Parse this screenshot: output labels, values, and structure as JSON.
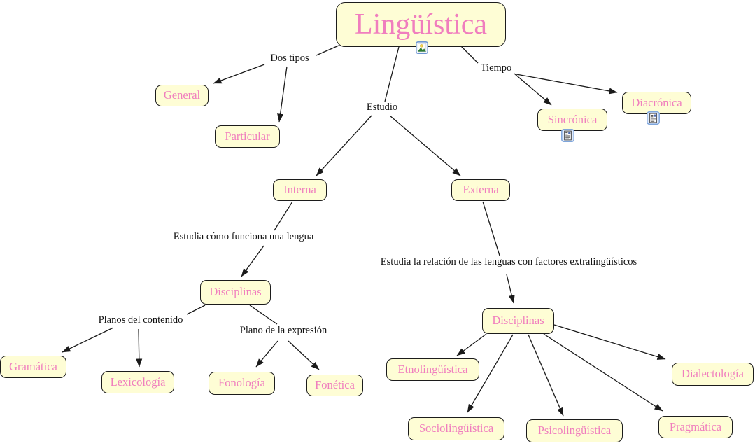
{
  "map_title": "Lingüística",
  "colors": {
    "background": "#FFFFFF",
    "node_fill": "#FEFDD5",
    "node_border": "#1C1C1C",
    "node_text_pink": "#F07EBE",
    "linking_phrase_text": "#111111",
    "edge_line": "#1A1A1A",
    "resource_icon_frame": "#6C95D2"
  },
  "nodes": {
    "linguistica": {
      "label": "Lingüística"
    },
    "general": {
      "label": "General"
    },
    "particular": {
      "label": "Particular"
    },
    "sincronica": {
      "label": "Sincrónica"
    },
    "diacronica": {
      "label": "Diacrónica"
    },
    "interna": {
      "label": "Interna"
    },
    "externa": {
      "label": "Externa"
    },
    "disciplinas_interna": {
      "label": "Disciplinas"
    },
    "gramatica": {
      "label": "Gramática"
    },
    "lexicologia": {
      "label": "Lexicología"
    },
    "fonologia": {
      "label": "Fonología"
    },
    "fonetica": {
      "label": "Fonética"
    },
    "disciplinas_externa": {
      "label": "Disciplinas"
    },
    "etnolinguistica": {
      "label": "Etnolingüística"
    },
    "sociolinguistica": {
      "label": "Sociolingüística"
    },
    "psicolinguistica": {
      "label": "Psicolingüística"
    },
    "pragmatica": {
      "label": "Pragmática"
    },
    "dialectologia": {
      "label": "Dialectología"
    }
  },
  "linking_phrases": {
    "dos_tipos": {
      "text": "Dos tipos"
    },
    "tiempo": {
      "text": "Tiempo"
    },
    "estudio": {
      "text": "Estudio"
    },
    "estudia_como": {
      "text": "Estudia cómo funciona una lengua"
    },
    "planos_contenido": {
      "text": "Planos del contenido"
    },
    "plano_expresion": {
      "text": "Plano de la expresión"
    },
    "estudia_relacion": {
      "text": "Estudia la relación de las lenguas con factores extralingüísticos"
    }
  },
  "propositions": [
    {
      "from": "Lingüística",
      "phrase": "Dos tipos",
      "to": [
        "General",
        "Particular"
      ]
    },
    {
      "from": "Lingüística",
      "phrase": "Tiempo",
      "to": [
        "Sincrónica",
        "Diacrónica"
      ]
    },
    {
      "from": "Lingüística",
      "phrase": "Estudio",
      "to": [
        "Interna",
        "Externa"
      ]
    },
    {
      "from": "Interna",
      "phrase": "Estudia cómo funciona una lengua",
      "to": [
        "Disciplinas"
      ]
    },
    {
      "from": "Disciplinas",
      "phrase": "Planos del contenido",
      "to": [
        "Gramática",
        "Lexicología"
      ]
    },
    {
      "from": "Disciplinas",
      "phrase": "Plano de la expresión",
      "to": [
        "Fonología",
        "Fonética"
      ]
    },
    {
      "from": "Externa",
      "phrase": "Estudia la relación de las lenguas con factores extralingüísticos",
      "to": [
        "Disciplinas"
      ]
    },
    {
      "from": "Disciplinas",
      "phrase": "",
      "to": [
        "Etnolingüística",
        "Sociolingüística",
        "Psicolingüística",
        "Pragmática",
        "Dialectología"
      ]
    }
  ],
  "resource_icons": [
    {
      "node": "Lingüística",
      "type": "image-resource"
    },
    {
      "node": "Sincrónica",
      "type": "document-resource"
    },
    {
      "node": "Diacrónica",
      "type": "document-resource"
    }
  ]
}
